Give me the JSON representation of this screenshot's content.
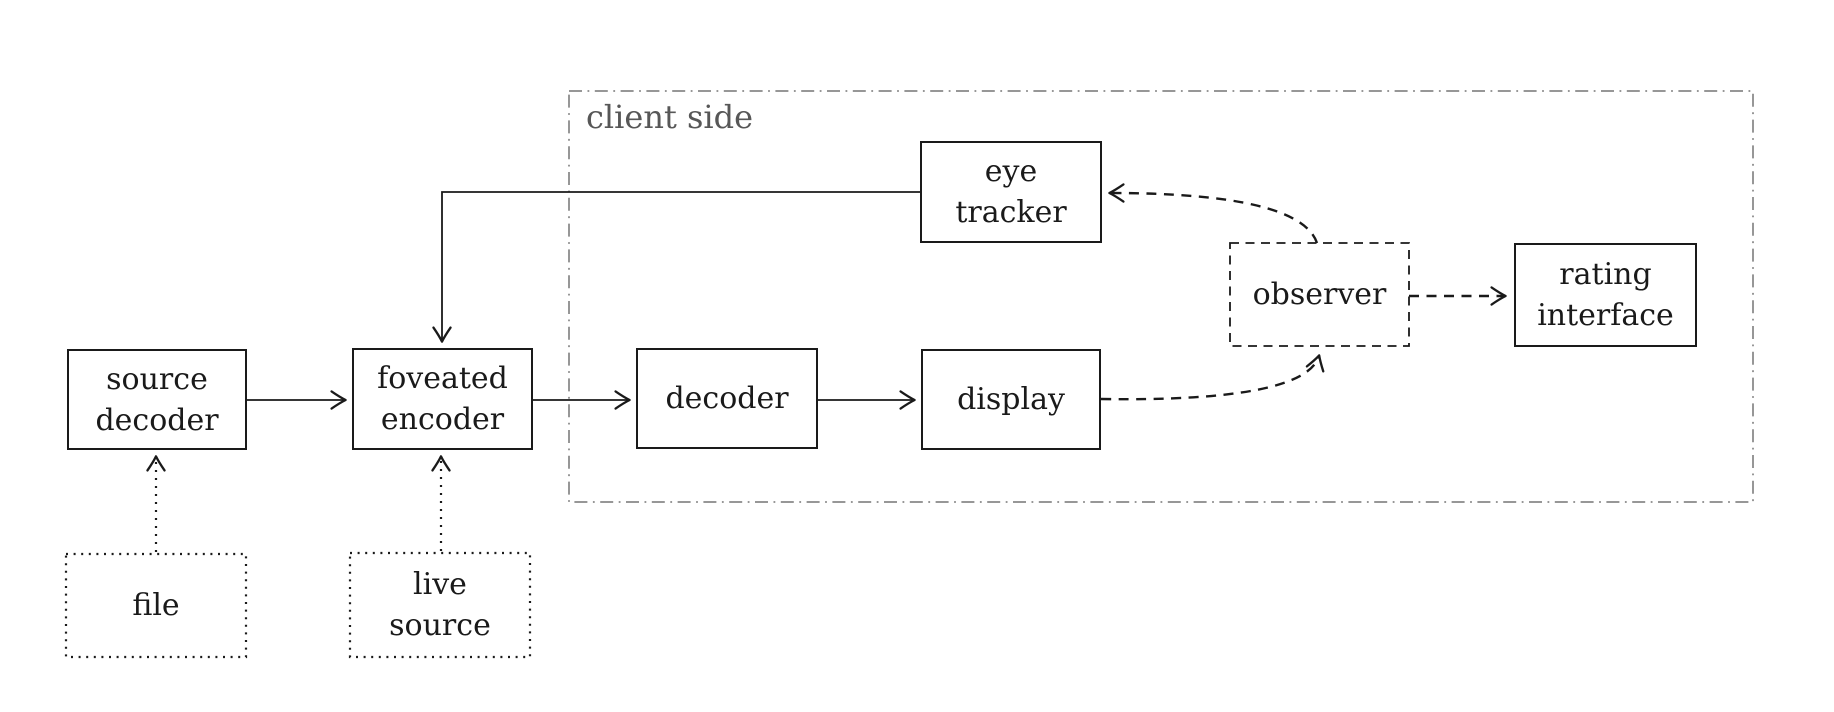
{
  "diagram": {
    "group": {
      "label": "client side"
    },
    "nodes": {
      "source_decoder": {
        "label_lines": [
          "source",
          "decoder"
        ],
        "border": "solid"
      },
      "foveated_encoder": {
        "label_lines": [
          "foveated",
          "encoder"
        ],
        "border": "solid"
      },
      "decoder": {
        "label_lines": [
          "decoder"
        ],
        "border": "solid"
      },
      "display": {
        "label_lines": [
          "display"
        ],
        "border": "solid"
      },
      "eye_tracker": {
        "label_lines": [
          "eye",
          "tracker"
        ],
        "border": "solid"
      },
      "observer": {
        "label_lines": [
          "observer"
        ],
        "border": "dashed"
      },
      "rating_interface": {
        "label_lines": [
          "rating",
          "interface"
        ],
        "border": "solid"
      },
      "file": {
        "label_lines": [
          "file"
        ],
        "border": "dotted"
      },
      "live_source": {
        "label_lines": [
          "live",
          "source"
        ],
        "border": "dotted"
      }
    },
    "edges": [
      {
        "from": "file",
        "to": "source_decoder",
        "style": "dotted"
      },
      {
        "from": "live_source",
        "to": "foveated_encoder",
        "style": "dotted"
      },
      {
        "from": "source_decoder",
        "to": "foveated_encoder",
        "style": "solid"
      },
      {
        "from": "eye_tracker",
        "to": "foveated_encoder",
        "style": "solid"
      },
      {
        "from": "foveated_encoder",
        "to": "decoder",
        "style": "solid"
      },
      {
        "from": "decoder",
        "to": "display",
        "style": "solid"
      },
      {
        "from": "display",
        "to": "observer",
        "style": "dashed"
      },
      {
        "from": "observer",
        "to": "eye_tracker",
        "style": "dashed"
      },
      {
        "from": "observer",
        "to": "rating_interface",
        "style": "dashed"
      }
    ],
    "colors": {
      "stroke": "#1a1a1a",
      "group_border": "#757575",
      "group_label": "#575757",
      "background": "#ffffff"
    }
  }
}
